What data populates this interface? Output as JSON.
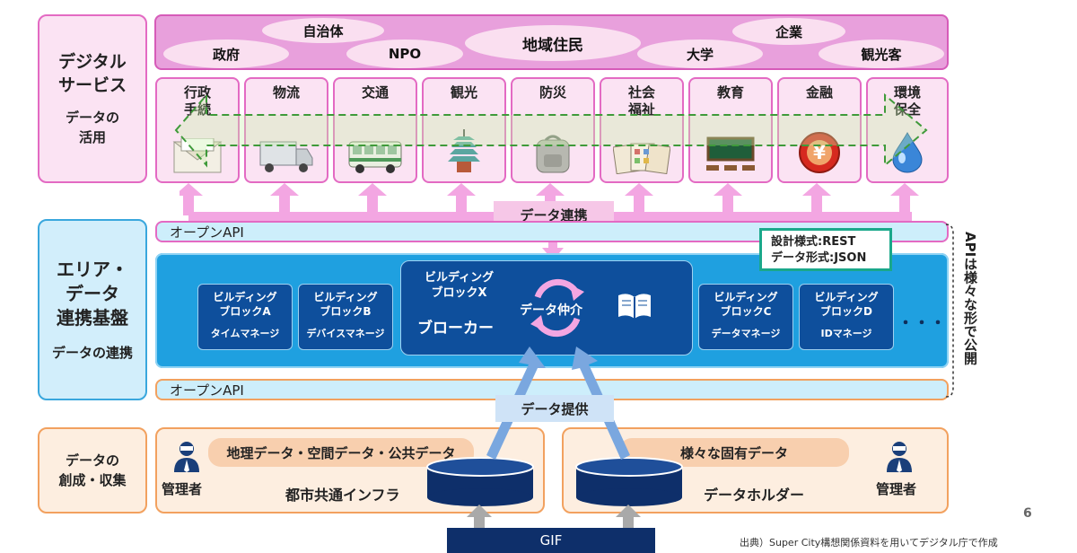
{
  "left_labels": {
    "digital_title": "デジタル\nサービス",
    "digital_sub": "データの\n活用",
    "area_title": "エリア・\nデータ\n連携基盤",
    "area_sub": "データの連携",
    "creation": "データの\n創成・収集"
  },
  "actors": [
    "自治体",
    "政府",
    "NPO",
    "地域住民",
    "大学",
    "企業",
    "観光客"
  ],
  "services": [
    {
      "label": "行政\n手続",
      "icon": "envelope-icon"
    },
    {
      "label": "物流",
      "icon": "truck-icon"
    },
    {
      "label": "交通",
      "icon": "bus-icon"
    },
    {
      "label": "観光",
      "icon": "pagoda-icon"
    },
    {
      "label": "防災",
      "icon": "backpack-icon"
    },
    {
      "label": "社会\n福祉",
      "icon": "welfare-cards-icon"
    },
    {
      "label": "教育",
      "icon": "blackboard-icon"
    },
    {
      "label": "金融",
      "icon": "yen-coin-icon"
    },
    {
      "label": "環境\n保全",
      "icon": "water-drop-icon"
    }
  ],
  "labels": {
    "data_linkage": "データ連携",
    "open_api_top": "オープンAPI",
    "open_api_bottom": "オープンAPI",
    "api_note": "設計様式:REST\nデータ形式:JSON",
    "api_side": "APIは様々な形で公開",
    "data_provision": "データ提供",
    "ellipsis": "・・・"
  },
  "blocks": [
    {
      "title": "ビルディング\nブロックA",
      "sub": "タイムマネージ"
    },
    {
      "title": "ビルディング\nブロックB",
      "sub": "デバイスマネージ"
    },
    {
      "title": "ビルディング\nブロックC",
      "sub": "データマネージ"
    },
    {
      "title": "ビルディング\nブロックD",
      "sub": "IDマネージ"
    }
  ],
  "broker": {
    "title": "ビルディング\nブロックX",
    "name": "ブローカー",
    "mediation": "データ仲介"
  },
  "bottom": {
    "left_pill": "地理データ・空間データ・公共データ",
    "left_admin": "管理者",
    "left_name": "都市共通インフラ",
    "right_pill": "様々な固有データ",
    "right_admin": "管理者",
    "right_name": "データホルダー",
    "gif": "GIF"
  },
  "page_number": "6",
  "source": "出典）Super City構想関係資料を用いてデジタル庁で作成",
  "colors": {
    "pink_border": "#e36ac3",
    "pink_fill": "#fbe3f3",
    "blue_border": "#3aa7dd",
    "blue_fill": "#d2eefb",
    "orange_border": "#f2a15f",
    "navy": "#0e4f9c",
    "teal": "#1aa88a",
    "arrow_pink": "#f3a6e2",
    "arrow_blue": "#7aa7df",
    "arrow_gray": "#a9a9a9"
  }
}
